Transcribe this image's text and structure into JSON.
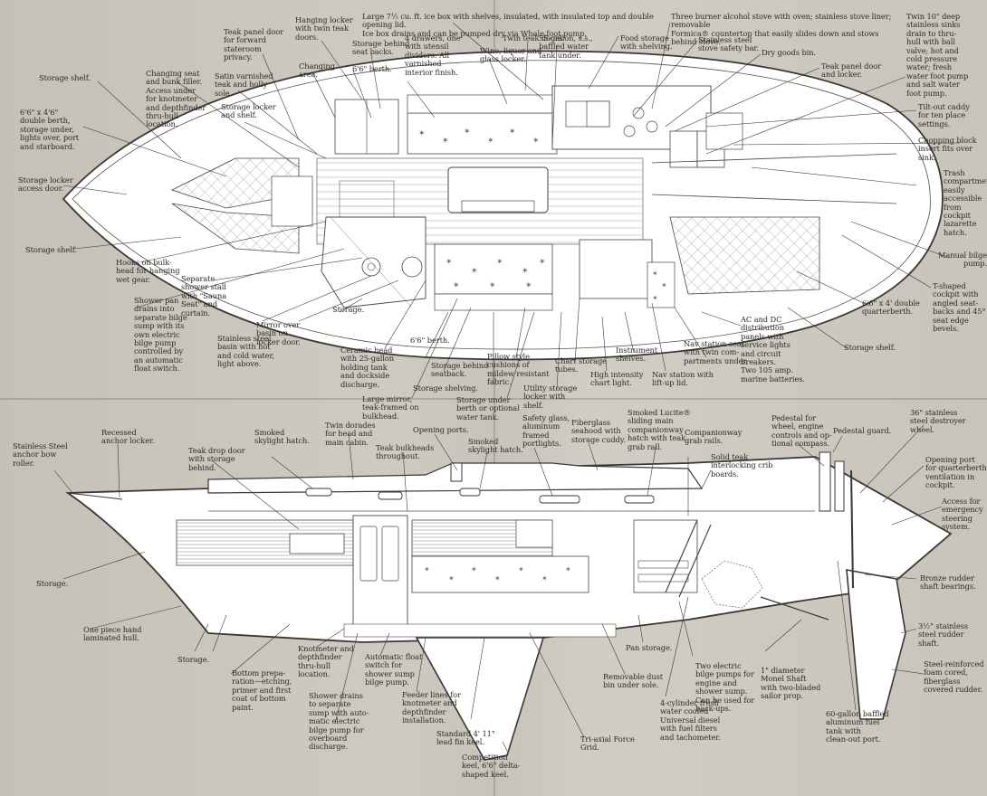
{
  "top_labels": [
    {
      "id": "storage-shelf-1",
      "text": "Storage shelf."
    },
    {
      "id": "double-berth",
      "text": "6'6\" x 4'6\"\ndouble berth,\nstorage under,\nlights over, port\nand starboard."
    },
    {
      "id": "storage-locker-access",
      "text": "Storage locker\naccess door."
    },
    {
      "id": "storage-shelf-2",
      "text": "Storage shelf."
    },
    {
      "id": "hooks",
      "text": "Hooks on bulk-\nhead for hanging\nwet gear."
    },
    {
      "id": "shower-pan",
      "text": "Shower pan\ndrains into\nseparate bilge\nsump with its\nown electric\nbilge pump\ncontrolled by\nan automatic\nfloat switch."
    },
    {
      "id": "separate-shower",
      "text": "Separate\nshower stall\nwith \"Sauna\nSeat\" and\ncurtain."
    },
    {
      "id": "stainless-basin",
      "text": "Stainless steel\nbasin with hot\nand cold water,\nlight above."
    },
    {
      "id": "mirror-over-basin",
      "text": "Mirror over\nbasin on\nlocker door."
    },
    {
      "id": "storage-3",
      "text": "Storage."
    },
    {
      "id": "ceramic-head",
      "text": "Ceramic head\nwith 25-gallon\nholding tank\nand dockside\ndischarge."
    },
    {
      "id": "large-mirror",
      "text": "Large mirror,\nteak-framed on\nbulkhead."
    },
    {
      "id": "berth-66",
      "text": "6'6\" berth."
    },
    {
      "id": "storage-behind-seatback",
      "text": "Storage behind\nseatback."
    },
    {
      "id": "storage-shelving",
      "text": "Storage shelving."
    },
    {
      "id": "storage-under-berth",
      "text": "Storage under\nberth or optional\nwater tank."
    },
    {
      "id": "pillow-cushions",
      "text": "Pillow style\ncushions of\nmildew resistant\nfabric."
    },
    {
      "id": "utility-locker",
      "text": "Utility storage\nlocker with\nshelf."
    },
    {
      "id": "chart-storage",
      "text": "Chart storage\ntubes."
    },
    {
      "id": "high-intensity",
      "text": "High intensity\nchart light."
    },
    {
      "id": "instrument-shelves",
      "text": "Instrument\nshelves."
    },
    {
      "id": "nav-station-lid",
      "text": "Nav station with\nlift-up lid."
    },
    {
      "id": "nav-station-seat",
      "text": "Nav station seat\nwith twin com-\npartments under."
    },
    {
      "id": "ac-dc",
      "text": "AC and DC\ndistribution\npanels with\nservice lights\nand circuit\nbreakers.\nTwo 105 amp.\nmarine batteries."
    },
    {
      "id": "storage-shelf-4",
      "text": "Storage shelf."
    },
    {
      "id": "quarterberth",
      "text": "6'6\" x 4' double\nquarterberth."
    },
    {
      "id": "t-shaped-cockpit",
      "text": "T-shaped\ncockpit with\nangled seat-\nbacks and 45°\nseat edge bevels."
    },
    {
      "id": "manual-bilge",
      "text": "Manual bilge\npump."
    },
    {
      "id": "trash",
      "text": "Trash\ncompartment\neasily\naccessible\nfrom cockpit\nlazarette hatch."
    },
    {
      "id": "chopping-block",
      "text": "Chopping block\ninsert fits over\nsink."
    },
    {
      "id": "tilt-out-caddy",
      "text": "Tilt-out caddy\nfor ten place\nsettings."
    },
    {
      "id": "twin-sinks",
      "text": "Twin 10\" deep\nstainless sinks\ndrain to thru-\nhull with ball\nvalve; hot and\ncold pressure\nwater; fresh\nwater foot pump\nand salt water\nfoot pump."
    },
    {
      "id": "teak-panel-door-locker",
      "text": "Teak panel door\nand locker."
    },
    {
      "id": "dry-goods",
      "text": "Dry goods bin."
    },
    {
      "id": "stainless-stove-bar",
      "text": "Stainless steel\nstove safety bar."
    },
    {
      "id": "three-burner",
      "text": "Three burner alcohol stove with oven; stainless stove liner; removable\nFormica® countertop that easily slides down and stows behind stove."
    },
    {
      "id": "food-storage",
      "text": "Food storage\nwith shelving."
    },
    {
      "id": "water-tank",
      "text": "55-gallon, s.s.,\nbaffled water\ntank under."
    },
    {
      "id": "twin-teak-doors",
      "text": "Twin teak doors."
    },
    {
      "id": "wine-locker",
      "text": "Wine, liquor and\nglass locker."
    },
    {
      "id": "ice-box",
      "text": "Large 7½ cu. ft. ice box with shelves, insulated, with insulated top and double opening lid.\nIce box drains and can be pumped dry via Whale foot pump."
    },
    {
      "id": "four-drawers",
      "text": "4 drawers, one\nwith utensil\ndividers. All\nvarnished\ninterior finish."
    },
    {
      "id": "storage-behind-seatbacks",
      "text": "Storage behind\nseat backs."
    },
    {
      "id": "hanging-locker",
      "text": "Hanging locker\nwith twin teak\ndoors."
    },
    {
      "id": "berth-66-b",
      "text": "6'6\" berth."
    },
    {
      "id": "changing-area",
      "text": "Changing\narea."
    },
    {
      "id": "teak-panel-door-fwd",
      "text": "Teak panel door\nfor forward\nstateroom\nprivacy."
    },
    {
      "id": "satin-varnished",
      "text": "Satin varnished\nteak and holly\nsole."
    },
    {
      "id": "storage-locker-shelf",
      "text": "Storage locker\nand shelf."
    },
    {
      "id": "changing-seat",
      "text": "Changing seat\nand bunk filler.\nAccess under\nfor knotmeter\nand depthfinder\nthru-hull\nlocation."
    }
  ],
  "bottom_labels": [
    {
      "id": "bow-roller",
      "text": "Stainless Steel\nanchor bow\nroller."
    },
    {
      "id": "recessed-anchor",
      "text": "Recessed\nanchor locker."
    },
    {
      "id": "teak-drop-door",
      "text": "Teak drop door\nwith storage\nbehind."
    },
    {
      "id": "smoked-skylight-1",
      "text": "Smoked\nskylight hatch."
    },
    {
      "id": "twin-dorades",
      "text": "Twin dorades\nfor head and\nmain cabin."
    },
    {
      "id": "teak-bulkheads",
      "text": "Teak bulkheads\nthroughout."
    },
    {
      "id": "opening-ports",
      "text": "Opening ports."
    },
    {
      "id": "smoked-skylight-2",
      "text": "Smoked\nskylight hatch."
    },
    {
      "id": "safety-glass",
      "text": "Safety glass,\naluminum\nframed\nportlights."
    },
    {
      "id": "fiberglass-seahood",
      "text": "Fiberglass\nseahood with\nstorage cuddy."
    },
    {
      "id": "smoked-lucite",
      "text": "Smoked Lucite®\nsliding main\ncompanionway\nhatch with teak\ngrab rail."
    },
    {
      "id": "companionway-rails",
      "text": "Companionway\ngrab rails."
    },
    {
      "id": "solid-teak",
      "text": "Solid teak\ninterlocking crib\nboards."
    },
    {
      "id": "pedestal",
      "text": "Pedestal for\nwheel, engine\ncontrols and op-\ntional compass."
    },
    {
      "id": "pedestal-guard",
      "text": "Pedestal guard."
    },
    {
      "id": "destroyer-wheel",
      "text": "36\" stainless\nsteel destroyer\nwheel."
    },
    {
      "id": "opening-port-qb",
      "text": "Opening port\nfor quarterberth\nventilation in\ncockpit."
    },
    {
      "id": "emergency-steering",
      "text": "Access for\nemergency\nsteering system."
    },
    {
      "id": "storage-b1",
      "text": "Storage."
    },
    {
      "id": "one-piece-hull",
      "text": "One piece hand\nlaminated hull."
    },
    {
      "id": "storage-b2",
      "text": "Storage."
    },
    {
      "id": "bottom-prep",
      "text": "Bottom prepa-\nration—etching,\nprimer and first\ncoat of bottom\npaint."
    },
    {
      "id": "knotmeter",
      "text": "Knotmeter and\ndepthfinder\nthru-hull\nlocation."
    },
    {
      "id": "shower-drains",
      "text": "Shower drains\nto separate\nsump with auto-\nmatic electric\nbilge pump for\noverboard\ndischarge."
    },
    {
      "id": "auto-float",
      "text": "Automatic float\nswitch for\nshower sump\nbilge pump."
    },
    {
      "id": "feeder-lines",
      "text": "Feeder lines for\nknotmeter and\ndepthfinder\ninstallation."
    },
    {
      "id": "lead-fin",
      "text": "Standard 4' 11\"\nlead fin keel."
    },
    {
      "id": "competition-keel",
      "text": "Competition\nkeel, 6'6\" delta-\nshaped keel."
    },
    {
      "id": "tri-axial",
      "text": "Tri-axial Force\nGrid."
    },
    {
      "id": "removable-dust",
      "text": "Removable dust\nbin under sole."
    },
    {
      "id": "pan-storage",
      "text": "Pan storage."
    },
    {
      "id": "two-electric",
      "text": "Two electric\nbilge pumps for\nengine and\nshower sump.\nCan be used for\nback-ups."
    },
    {
      "id": "four-cylinder",
      "text": "4-cylinder fresh\nwater cooled\nUniversal diesel\nwith fuel filters\nand tachometer."
    },
    {
      "id": "monel-shaft",
      "text": "1\" diameter\nMonel Shaft\nwith two-bladed\nsailor prop."
    },
    {
      "id": "fuel-tank",
      "text": "60-gallon baffled\naluminum fuel\ntank with\nclean-out port."
    },
    {
      "id": "bronze-rudder",
      "text": "Bronze rudder\nshaft bearings."
    },
    {
      "id": "rudder-shaft",
      "text": "3½\" stainless\nsteel rudder\nshaft."
    },
    {
      "id": "steel-reinforced",
      "text": "Steel-reinforced\nfoam cored,\nfiberglass\ncovered rudder."
    }
  ]
}
